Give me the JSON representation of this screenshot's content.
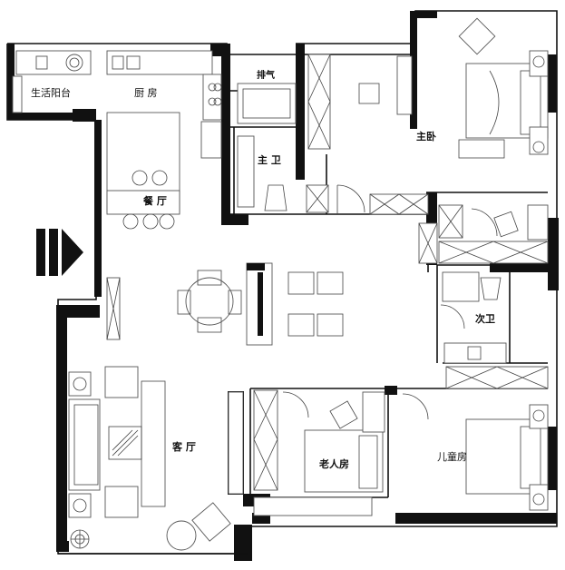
{
  "plan": {
    "rooms": {
      "utility_balcony": "生活阳台",
      "kitchen": "厨  房",
      "dining": "餐 厅",
      "living": "客 厅",
      "master_bedroom": "主卧",
      "master_bath": "主 卫",
      "second_bath": "次卫",
      "elder_room": "老人房",
      "kids_room": "儿童房",
      "vent_label": "排气"
    },
    "entrance_icon": "entrance-arrow-icon",
    "colors": {
      "wall": "#111111",
      "furniture": "#555555",
      "background": "#ffffff"
    }
  }
}
